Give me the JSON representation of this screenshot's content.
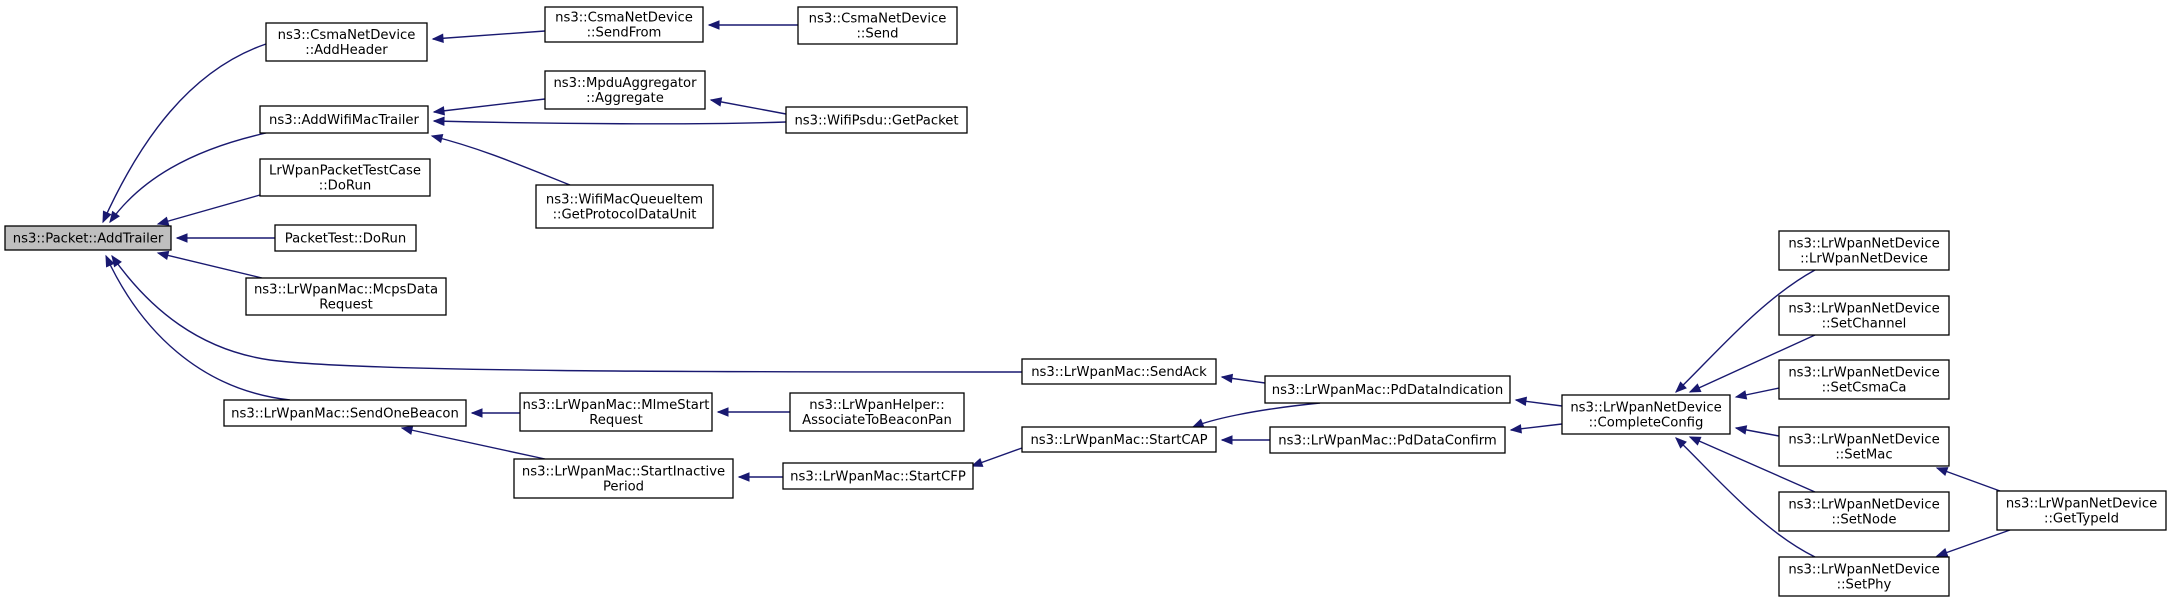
{
  "diagram": {
    "nodes": [
      {
        "id": "root",
        "lines": [
          "ns3::Packet::AddTrailer"
        ],
        "root": true
      },
      {
        "id": "csma_addheader",
        "lines": [
          "ns3::CsmaNetDevice",
          "::AddHeader"
        ]
      },
      {
        "id": "csma_sendfrom",
        "lines": [
          "ns3::CsmaNetDevice",
          "::SendFrom"
        ]
      },
      {
        "id": "csma_send",
        "lines": [
          "ns3::CsmaNetDevice",
          "::Send"
        ]
      },
      {
        "id": "addwifimactrailer",
        "lines": [
          "ns3::AddWifiMacTrailer"
        ]
      },
      {
        "id": "mpdu_aggregate",
        "lines": [
          "ns3::MpduAggregator",
          "::Aggregate"
        ]
      },
      {
        "id": "wifipsdu_getpacket",
        "lines": [
          "ns3::WifiPsdu::GetPacket"
        ]
      },
      {
        "id": "wifimacqueueitem",
        "lines": [
          "ns3::WifiMacQueueItem",
          "::GetProtocolDataUnit"
        ]
      },
      {
        "id": "lrwpanpackettestcase",
        "lines": [
          "LrWpanPacketTestCase",
          "::DoRun"
        ]
      },
      {
        "id": "packettest_dorun",
        "lines": [
          "PacketTest::DoRun"
        ]
      },
      {
        "id": "mcpsdatarequest",
        "lines": [
          "ns3::LrWpanMac::McpsData",
          "Request"
        ]
      },
      {
        "id": "sendack",
        "lines": [
          "ns3::LrWpanMac::SendAck"
        ]
      },
      {
        "id": "pddataindication",
        "lines": [
          "ns3::LrWpanMac::PdDataIndication"
        ]
      },
      {
        "id": "completeconfig",
        "lines": [
          "ns3::LrWpanNetDevice",
          "::CompleteConfig"
        ]
      },
      {
        "id": "lrwpannetdevice_ctor",
        "lines": [
          "ns3::LrWpanNetDevice",
          "::LrWpanNetDevice"
        ]
      },
      {
        "id": "setchannel",
        "lines": [
          "ns3::LrWpanNetDevice",
          "::SetChannel"
        ]
      },
      {
        "id": "setcsmaca",
        "lines": [
          "ns3::LrWpanNetDevice",
          "::SetCsmaCa"
        ]
      },
      {
        "id": "setmac",
        "lines": [
          "ns3::LrWpanNetDevice",
          "::SetMac"
        ]
      },
      {
        "id": "setnode",
        "lines": [
          "ns3::LrWpanNetDevice",
          "::SetNode"
        ]
      },
      {
        "id": "setphy",
        "lines": [
          "ns3::LrWpanNetDevice",
          "::SetPhy"
        ]
      },
      {
        "id": "gettypeid",
        "lines": [
          "ns3::LrWpanNetDevice",
          "::GetTypeId"
        ]
      },
      {
        "id": "sendonebeacon",
        "lines": [
          "ns3::LrWpanMac::SendOneBeacon"
        ]
      },
      {
        "id": "mlmestartrequest",
        "lines": [
          "ns3::LrWpanMac::MlmeStart",
          "Request"
        ]
      },
      {
        "id": "associatetobeaconpan",
        "lines": [
          "ns3::LrWpanHelper::",
          "AssociateToBeaconPan"
        ]
      },
      {
        "id": "startinactiveperiod",
        "lines": [
          "ns3::LrWpanMac::StartInactive",
          "Period"
        ]
      },
      {
        "id": "startcfp",
        "lines": [
          "ns3::LrWpanMac::StartCFP"
        ]
      },
      {
        "id": "startcap",
        "lines": [
          "ns3::LrWpanMac::StartCAP"
        ]
      },
      {
        "id": "pddataconfirm",
        "lines": [
          "ns3::LrWpanMac::PdDataConfirm"
        ]
      }
    ],
    "edges": [
      {
        "from": "csma_addheader",
        "to": "root"
      },
      {
        "from": "csma_sendfrom",
        "to": "csma_addheader"
      },
      {
        "from": "csma_send",
        "to": "csma_sendfrom"
      },
      {
        "from": "addwifimactrailer",
        "to": "root"
      },
      {
        "from": "mpdu_aggregate",
        "to": "addwifimactrailer"
      },
      {
        "from": "wifipsdu_getpacket",
        "to": "mpdu_aggregate"
      },
      {
        "from": "wifipsdu_getpacket",
        "to": "addwifimactrailer"
      },
      {
        "from": "wifimacqueueitem",
        "to": "addwifimactrailer"
      },
      {
        "from": "lrwpanpackettestcase",
        "to": "root"
      },
      {
        "from": "packettest_dorun",
        "to": "root"
      },
      {
        "from": "mcpsdatarequest",
        "to": "root"
      },
      {
        "from": "sendack",
        "to": "root"
      },
      {
        "from": "pddataindication",
        "to": "sendack"
      },
      {
        "from": "completeconfig",
        "to": "pddataindication"
      },
      {
        "from": "lrwpannetdevice_ctor",
        "to": "completeconfig"
      },
      {
        "from": "setchannel",
        "to": "completeconfig"
      },
      {
        "from": "setcsmaca",
        "to": "completeconfig"
      },
      {
        "from": "setmac",
        "to": "completeconfig"
      },
      {
        "from": "setnode",
        "to": "completeconfig"
      },
      {
        "from": "setphy",
        "to": "completeconfig"
      },
      {
        "from": "gettypeid",
        "to": "setmac"
      },
      {
        "from": "gettypeid",
        "to": "setphy"
      },
      {
        "from": "sendonebeacon",
        "to": "root"
      },
      {
        "from": "mlmestartrequest",
        "to": "sendonebeacon"
      },
      {
        "from": "associatetobeaconpan",
        "to": "mlmestartrequest"
      },
      {
        "from": "startinactiveperiod",
        "to": "sendonebeacon"
      },
      {
        "from": "startcfp",
        "to": "startinactiveperiod"
      },
      {
        "from": "startcap",
        "to": "startcfp"
      },
      {
        "from": "pddataindication",
        "to": "startcap"
      },
      {
        "from": "pddataconfirm",
        "to": "startcap"
      },
      {
        "from": "completeconfig",
        "to": "pddataconfirm"
      }
    ]
  }
}
